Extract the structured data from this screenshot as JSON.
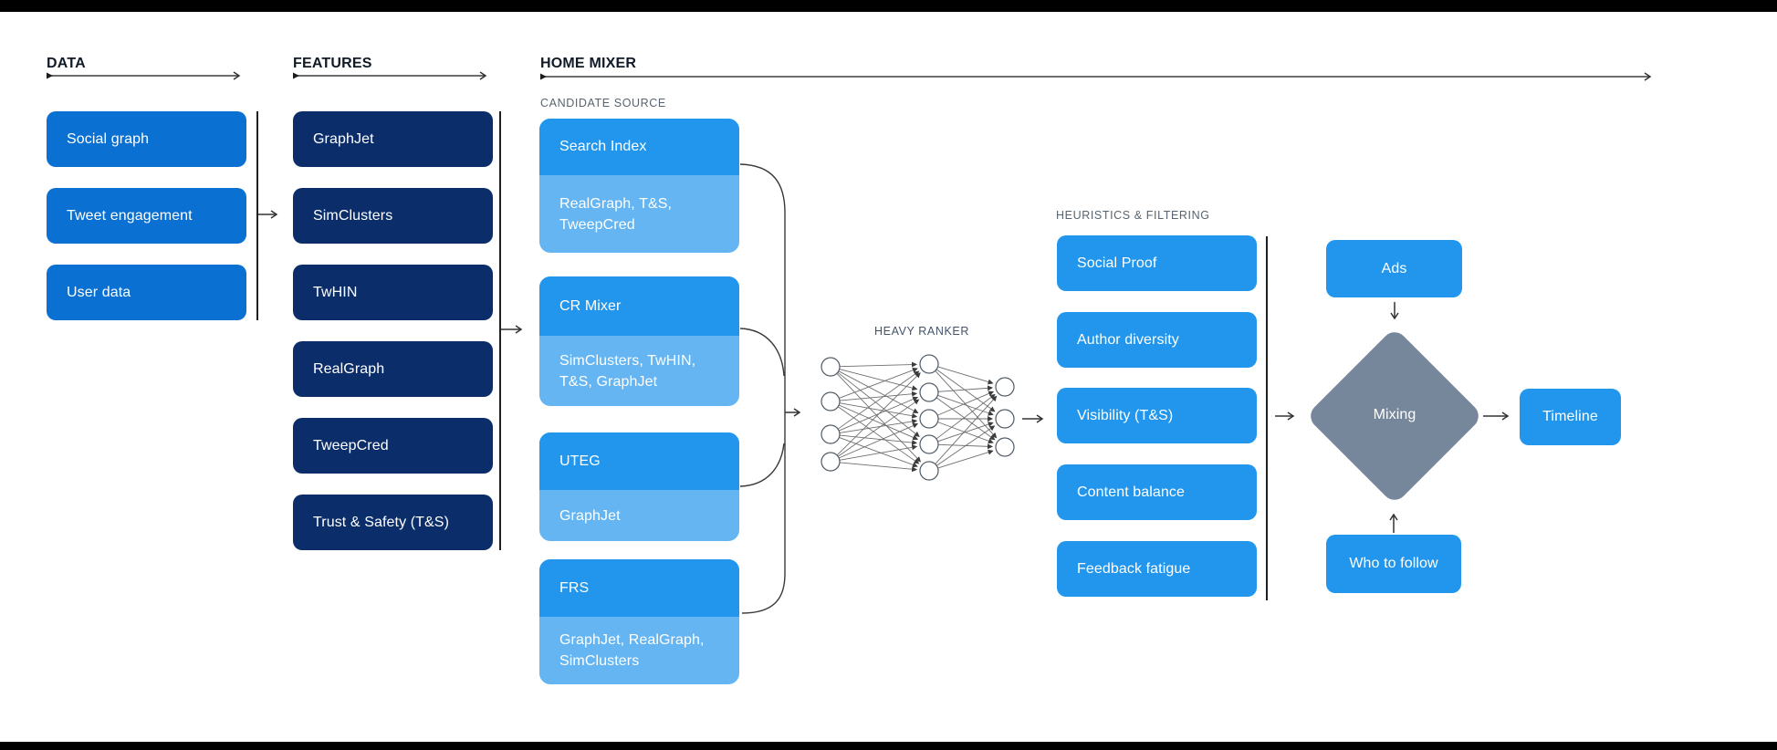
{
  "page": {
    "background": "#ffffff",
    "top_bar_color": "#000000",
    "bottom_bar_color": "#000000"
  },
  "palette": {
    "data_box_blue": "#0a70d2",
    "feature_box_navy": "#0b2e6b",
    "azure_box": "#2196ec",
    "light_azure_box": "#64b5f2",
    "diamond_gray": "#76879b",
    "header_text": "#111b27",
    "subheader_text": "#57646f",
    "line_color": "#333333",
    "box_text": "#ffffff"
  },
  "sections": {
    "data": {
      "title": "DATA",
      "boxes": [
        "Social graph",
        "Tweet engagement",
        "User data"
      ]
    },
    "features": {
      "title": "FEATURES",
      "boxes": [
        "GraphJet",
        "SimClusters",
        "TwHIN",
        "RealGraph",
        "TweepCred",
        "Trust & Safety (T&S)"
      ]
    },
    "home_mixer": {
      "title": "HOME MIXER",
      "candidate_source": {
        "label": "CANDIDATE SOURCE",
        "boxes": [
          {
            "title": "Search Index",
            "sub": "RealGraph, T&S, TweepCred"
          },
          {
            "title": "CR Mixer",
            "sub": "SimClusters, TwHIN, T&S, GraphJet"
          },
          {
            "title": "UTEG",
            "sub": "GraphJet"
          },
          {
            "title": "FRS",
            "sub": "GraphJet, RealGraph, SimClusters"
          }
        ]
      },
      "heavy_ranker": {
        "label": "HEAVY RANKER"
      },
      "heuristics": {
        "label": "HEURISTICS & FILTERING",
        "boxes": [
          "Social Proof",
          "Author diversity",
          "Visibility (T&S)",
          "Content balance",
          "Feedback fatigue"
        ]
      },
      "mixing_stage": {
        "ads": "Ads",
        "diamond": "Mixing",
        "who_to_follow": "Who to follow",
        "timeline": "Timeline"
      }
    }
  }
}
